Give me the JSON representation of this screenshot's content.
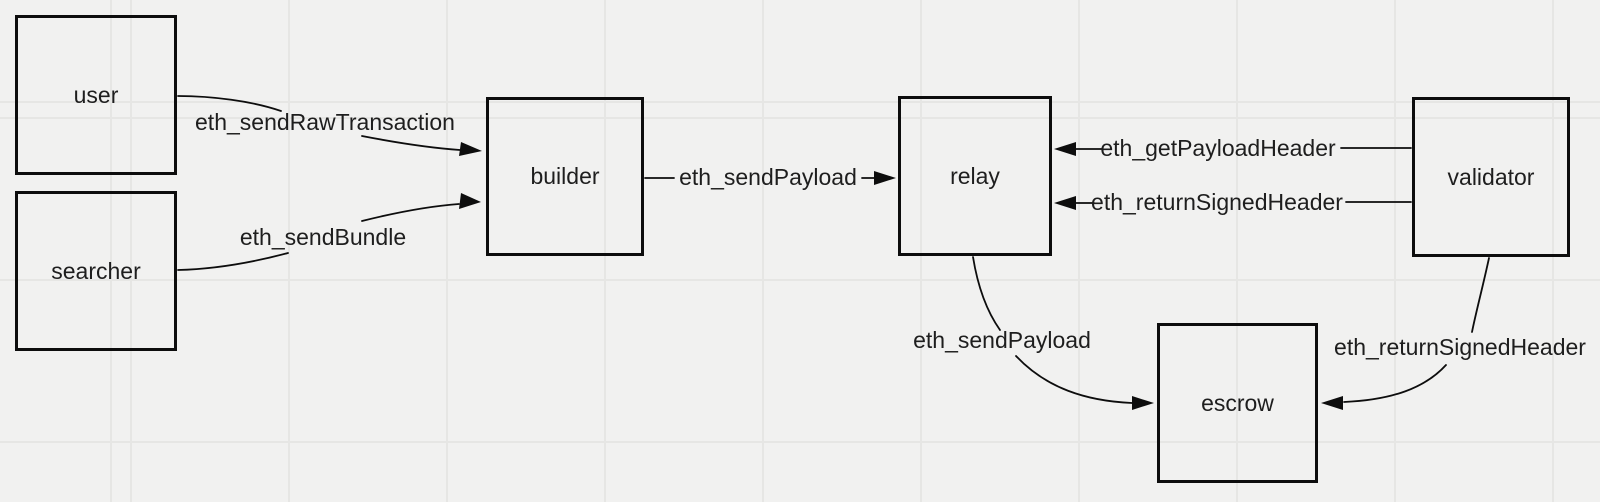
{
  "diagram": {
    "nodes": {
      "user": {
        "label": "user"
      },
      "searcher": {
        "label": "searcher"
      },
      "builder": {
        "label": "builder"
      },
      "relay": {
        "label": "relay"
      },
      "validator": {
        "label": "validator"
      },
      "escrow": {
        "label": "escrow"
      }
    },
    "edges": {
      "user_to_builder": {
        "label": "eth_sendRawTransaction",
        "from": "user",
        "to": "builder"
      },
      "searcher_to_builder": {
        "label": "eth_sendBundle",
        "from": "searcher",
        "to": "builder"
      },
      "builder_to_relay": {
        "label": "eth_sendPayload",
        "from": "builder",
        "to": "relay"
      },
      "validator_to_relay_get": {
        "label": "eth_getPayloadHeader",
        "from": "validator",
        "to": "relay"
      },
      "validator_to_relay_sign": {
        "label": "eth_returnSignedHeader",
        "from": "validator",
        "to": "relay"
      },
      "relay_to_escrow": {
        "label": "eth_sendPayload",
        "from": "relay",
        "to": "escrow"
      },
      "validator_to_escrow": {
        "label": "eth_returnSignedHeader",
        "from": "validator",
        "to": "escrow"
      }
    },
    "colors": {
      "background": "#f1f1f0",
      "grid_line": "#e6e6e4",
      "stroke": "#0d0d0d",
      "text": "#1e1e1e"
    }
  }
}
